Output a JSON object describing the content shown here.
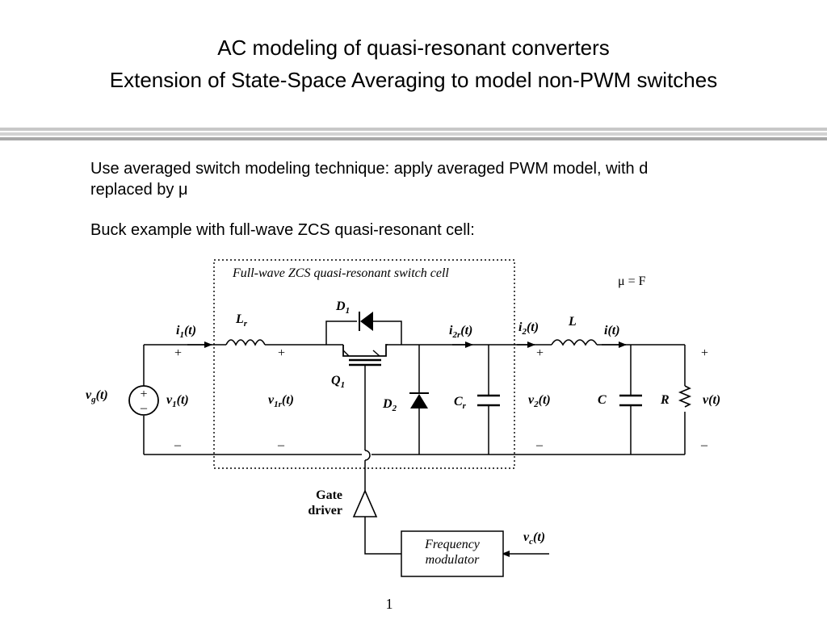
{
  "title": {
    "line1": "AC modeling of quasi-resonant converters",
    "line2": "Extension of State-Space Averaging to model non-PWM switches"
  },
  "bullets": [
    "Use averaged switch modeling technique: apply averaged PWM model, with d replaced by μ",
    "Buck example with full-wave ZCS quasi-resonant cell:"
  ],
  "circuit": {
    "cell_label": "Full-wave ZCS quasi-resonant switch cell",
    "mu_eq": "μ = F",
    "Lr": {
      "main": "L",
      "sub": "r"
    },
    "D1": {
      "main": "D",
      "sub": "1"
    },
    "Q1": {
      "main": "Q",
      "sub": "1"
    },
    "D2": {
      "main": "D",
      "sub": "2"
    },
    "Cr": {
      "main": "C",
      "sub": "r"
    },
    "L": "L",
    "C": "C",
    "R": "R",
    "i1": {
      "main": "i",
      "sub": "1",
      "arg": "(t)"
    },
    "i2r": {
      "main": "i",
      "sub": "2r",
      "arg": "(t)"
    },
    "i2": {
      "main": "i",
      "sub": "2",
      "arg": "(t)"
    },
    "i": {
      "main": "i",
      "arg": "(t)"
    },
    "vg": {
      "main": "v",
      "sub": "g",
      "arg": "(t)"
    },
    "v1": {
      "main": "v",
      "sub": "1",
      "arg": "(t)"
    },
    "v1r": {
      "main": "v",
      "sub": "1r",
      "arg": "(t)"
    },
    "v2": {
      "main": "v",
      "sub": "2",
      "arg": "(t)"
    },
    "v": {
      "main": "v",
      "arg": "(t)"
    },
    "vc": {
      "main": "v",
      "sub": "c",
      "arg": "(t)"
    },
    "plus": "+",
    "minus": "–",
    "gate_driver": [
      "Gate",
      "driver"
    ],
    "freq_mod": [
      "Frequency",
      "modulator"
    ]
  },
  "page_number": "1"
}
